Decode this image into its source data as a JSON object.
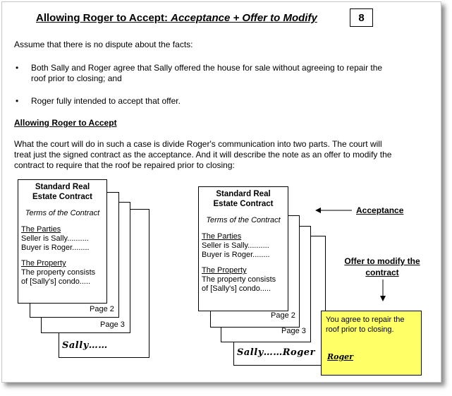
{
  "header": {
    "title_plain": "Allowing Roger to Accept: ",
    "title_italic": "Acceptance + Offer to Modify",
    "page_number": "8"
  },
  "intro": "Assume that there is no dispute about the facts:",
  "bullets": [
    {
      "line1": "Both Sally and Roger agree that Sally offered the house for sale without agreeing to repair the",
      "line2": "roof prior to closing; and"
    },
    {
      "line1": "Roger fully intended to accept that offer.",
      "line2": ""
    }
  ],
  "bullet_glyph": "•",
  "subheading": "Allowing Roger to Accept",
  "paragraph": [
    "What the court will do in such a case is divide Roger's communication into two parts.  The court will",
    "treat just the signed contract as the acceptance. And it will describe the note as an offer to modify the",
    "contract to require that the roof be repaired prior to closing:"
  ],
  "contract": {
    "title_line1": "Standard Real",
    "title_line2": "Estate Contract",
    "terms": "Terms of the Contract",
    "parties_heading": "The Parties",
    "seller": "Seller is Sally..........",
    "buyer": "Buyer is Roger........",
    "property_heading": "The Property",
    "property_line1": "The property consists",
    "property_line2": "of [Sally's] condo.....",
    "page2": "Page 2",
    "page3": "Page 3"
  },
  "left_signature": "Sally……",
  "right_signature": "Sally……Roger",
  "labels": {
    "acceptance": "Acceptance",
    "offer_line1": "Offer to modify the",
    "offer_line2": "contract"
  },
  "note": {
    "text_line1": "You agree to repair the",
    "text_line2": "roof prior to closing.",
    "signature": "Roger",
    "color": "#ffff66"
  }
}
